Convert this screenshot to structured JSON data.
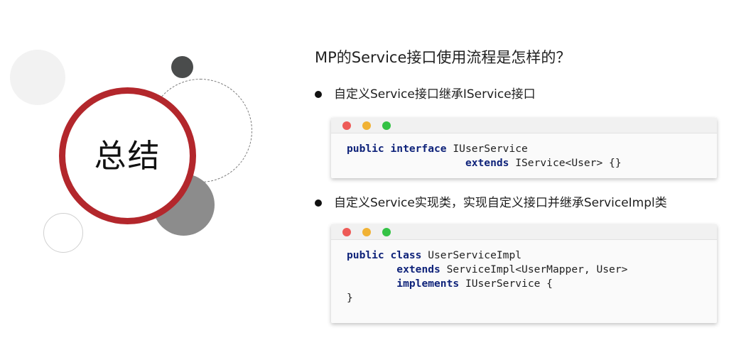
{
  "slide": {
    "summary_title": "总结",
    "question": "MP的Service接口使用流程是怎样的？",
    "points": [
      {
        "text": "自定义Service接口继承IService接口"
      },
      {
        "text": "自定义Service实现类，实现自定义接口并继承ServiceImpl类"
      }
    ]
  },
  "window_controls": {
    "close": "#ee5a57",
    "minimize": "#f1b234",
    "maximize": "#34c245"
  },
  "code_blocks": [
    {
      "lines": [
        [
          {
            "t": "public interface",
            "kw": true
          },
          {
            "t": " IUserService",
            "kw": false
          }
        ],
        [
          {
            "t": "                   ",
            "kw": false
          },
          {
            "t": "extends",
            "kw": true
          },
          {
            "t": " IService<User> {}",
            "kw": false
          }
        ]
      ]
    },
    {
      "lines": [
        [
          {
            "t": "public class",
            "kw": true
          },
          {
            "t": " UserServiceImpl",
            "kw": false
          }
        ],
        [
          {
            "t": "        ",
            "kw": false
          },
          {
            "t": "extends",
            "kw": true
          },
          {
            "t": " ServiceImpl<UserMapper, User>",
            "kw": false
          }
        ],
        [
          {
            "t": "        ",
            "kw": false
          },
          {
            "t": "implements",
            "kw": true
          },
          {
            "t": " IUserService {",
            "kw": false
          }
        ],
        [
          {
            "t": "}",
            "kw": false
          }
        ]
      ]
    }
  ],
  "colors": {
    "accent_ring": "#b3272c",
    "keyword": "#0f237a"
  }
}
